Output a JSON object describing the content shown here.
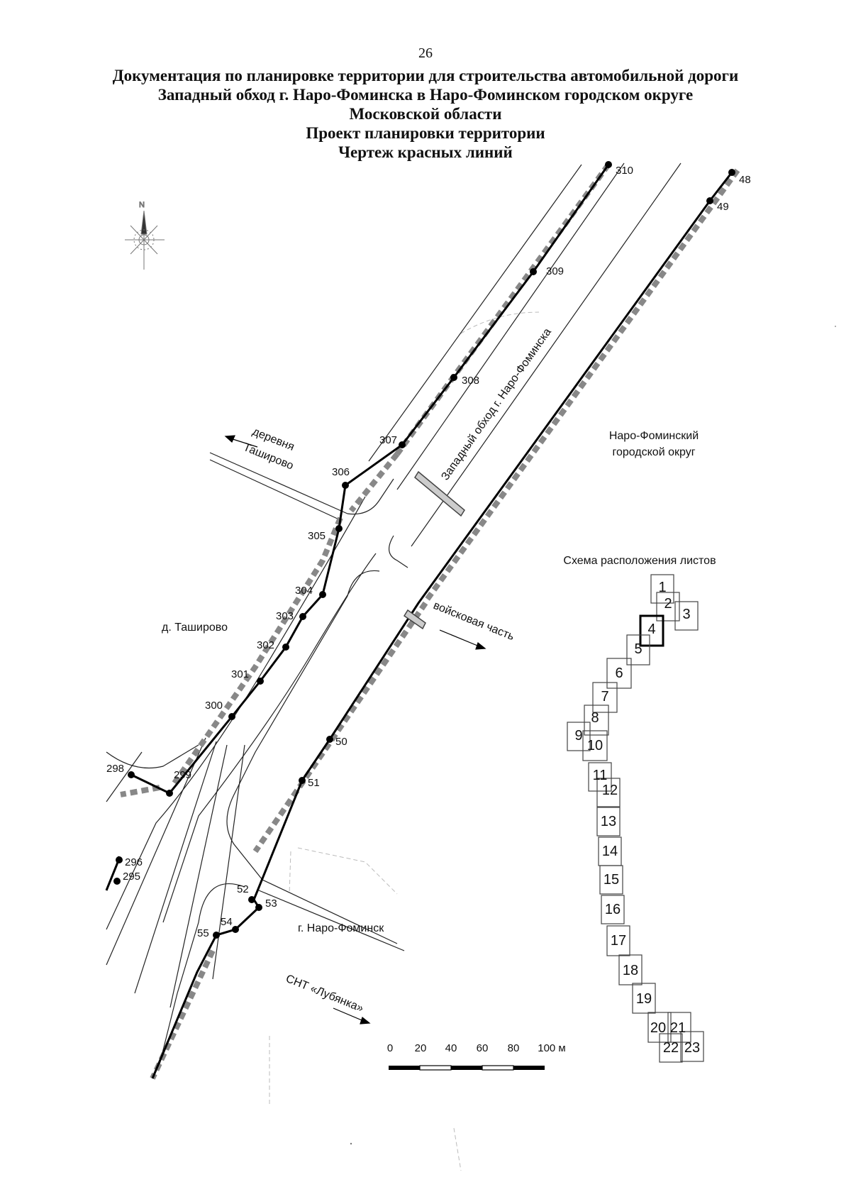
{
  "page_number": "26",
  "title_lines": [
    "Документация по планировке территории для строительства автомобильной дороги",
    "Западный обход г. Наро-Фоминска в Наро-Фоминском городском округе",
    "Московской области",
    "Проект планировки территории",
    "Чертеж красных линий"
  ],
  "compass": {
    "north_label": "N"
  },
  "points": [
    {
      "id": "310",
      "label": "310"
    },
    {
      "id": "48",
      "label": "48"
    },
    {
      "id": "49",
      "label": "49"
    },
    {
      "id": "309",
      "label": "309"
    },
    {
      "id": "308",
      "label": "308"
    },
    {
      "id": "307",
      "label": "307"
    },
    {
      "id": "306",
      "label": "306"
    },
    {
      "id": "305",
      "label": "305"
    },
    {
      "id": "304",
      "label": "304"
    },
    {
      "id": "303",
      "label": "303"
    },
    {
      "id": "302",
      "label": "302"
    },
    {
      "id": "301",
      "label": "301"
    },
    {
      "id": "300",
      "label": "300"
    },
    {
      "id": "299",
      "label": "299"
    },
    {
      "id": "298",
      "label": "298"
    },
    {
      "id": "296",
      "label": "296"
    },
    {
      "id": "295",
      "label": "295"
    },
    {
      "id": "50",
      "label": "50"
    },
    {
      "id": "51",
      "label": "51"
    },
    {
      "id": "52",
      "label": "52"
    },
    {
      "id": "53",
      "label": "53"
    },
    {
      "id": "54",
      "label": "54"
    },
    {
      "id": "55",
      "label": "55"
    }
  ],
  "place_labels": {
    "road_name": "Западный обход г. Наро-Фоминска",
    "okrug_line1": "Наро-Фоминский",
    "okrug_line2": "городской округ",
    "village_dir_line1": "деревня",
    "village_dir_line2": "Таширово",
    "village": "д. Таширово",
    "military": "войсковая часть",
    "city": "г. Наро-Фоминск",
    "snt": "СНТ «Лубянка»"
  },
  "scale_bar": {
    "ticks": [
      "0",
      "20",
      "40",
      "60",
      "80",
      "100 м"
    ]
  },
  "sheet_scheme": {
    "title": "Схема расположения листов",
    "sheets": [
      "1",
      "2",
      "3",
      "4",
      "5",
      "6",
      "7",
      "8",
      "9",
      "10",
      "11",
      "12",
      "13",
      "14",
      "15",
      "16",
      "17",
      "18",
      "19",
      "20",
      "21",
      "22",
      "23"
    ],
    "current_sheet": "4"
  }
}
